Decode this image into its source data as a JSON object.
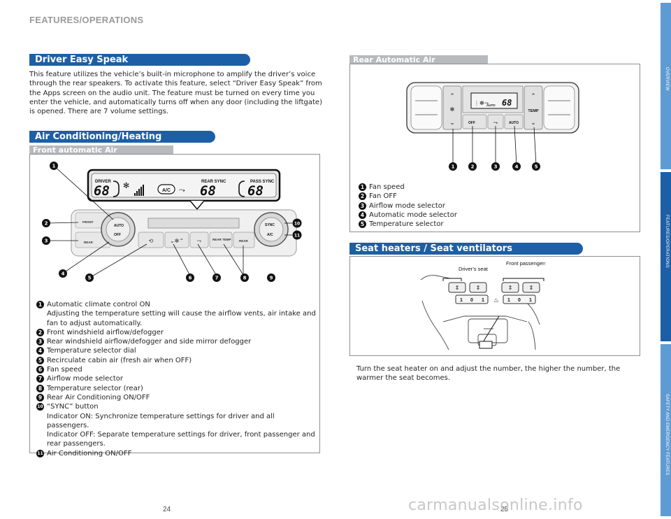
{
  "header": {
    "section_title": "FEATURES/OPERATIONS"
  },
  "driver_easy_speak": {
    "title": "Driver Easy Speak",
    "body": "This feature utilizes the vehicle’s built-in microphone to amplify the driver’s voice through the rear speakers. To activate this feature, select “Driver Easy Speak” from the Apps screen on the audio unit. The feature must be turned on every time you enter the vehicle, and automatically turns off when any door (including the liftgate) is opened. There are 7 volume settings."
  },
  "air_conditioning": {
    "title": "Air Conditioning/Heating",
    "front_subtitle": "Front automatic Air Conditioning",
    "panel": {
      "driver_label": "DRIVER",
      "rear_sync_label": "REAR SYNC",
      "pass_sync_label": "PASS SYNC",
      "temp_left": "68",
      "temp_mid": "68",
      "temp_right": "68",
      "ac_badge": "A/C",
      "front_label": "FRONT",
      "rear_label": "REAR",
      "auto_label": "AUTO",
      "off_label": "OFF",
      "sync_label": "SYNC",
      "ac_label": "A/C",
      "rear_temp_label": "REAR TEMP",
      "rear_btn_label": "REAR"
    },
    "callouts": [
      "1",
      "2",
      "3",
      "4",
      "5",
      "6",
      "7",
      "8",
      "9",
      "10",
      "11"
    ],
    "items": [
      {
        "num": "1",
        "label": "Automatic climate control ON",
        "sub": [
          "Adjusting the temperature setting will cause the airflow vents, air intake and fan to adjust automatically."
        ]
      },
      {
        "num": "2",
        "label": "Front windshield airflow/defogger",
        "sub": []
      },
      {
        "num": "3",
        "label": "Rear windshield airflow/defogger and side mirror defogger",
        "sub": []
      },
      {
        "num": "4",
        "label": "Temperature selector dial",
        "sub": []
      },
      {
        "num": "5",
        "label": "Recirculate cabin air (fresh air when OFF)",
        "sub": []
      },
      {
        "num": "6",
        "label": "Fan speed",
        "sub": []
      },
      {
        "num": "7",
        "label": "Airflow mode selector",
        "sub": []
      },
      {
        "num": "8",
        "label": "Temperature selector (rear)",
        "sub": []
      },
      {
        "num": "9",
        "label": "Rear Air Conditioning ON/OFF",
        "sub": []
      },
      {
        "num": "10",
        "label": "“SYNC” button",
        "sub": [
          "Indicator ON: Synchronize temperature settings for driver and all passengers.",
          "Indicator OFF: Separate temperature settings for driver, front passenger and rear passengers."
        ]
      },
      {
        "num": "11",
        "label": "Air Conditioning ON/OFF",
        "sub": []
      }
    ]
  },
  "rear_ac": {
    "title": "Rear Automatic Air Conditioning",
    "panel": {
      "temp": "68",
      "auto_small": "AUTO",
      "off_label": "OFF",
      "auto_label": "AUTO",
      "temp_label": "TEMP"
    },
    "callouts": [
      "1",
      "2",
      "3",
      "4",
      "5"
    ],
    "items": [
      {
        "num": "1",
        "label": "Fan speed"
      },
      {
        "num": "2",
        "label": "Fan OFF"
      },
      {
        "num": "3",
        "label": "Airflow mode selector"
      },
      {
        "num": "4",
        "label": "Automatic mode selector"
      },
      {
        "num": "5",
        "label": "Temperature selector"
      }
    ]
  },
  "seat": {
    "title": "Seat heaters / Seat ventilators",
    "drivers_seat": "Driver’s seat",
    "front_passengers_seat": "Front passengers seat’",
    "switch_left": [
      "1",
      "0",
      "1"
    ],
    "switch_right": [
      "1",
      "0",
      "1"
    ],
    "body": "Turn the seat heater on and adjust the number, the higher the number, the warmer the seat becomes."
  },
  "pages": {
    "left": "24",
    "right": "25"
  },
  "side_tabs": [
    "OVERVIEW",
    "FEATURES/OPERATIONS",
    "SAFETY AND EMERGENCY FEATURES"
  ],
  "watermark": "carmanualsonline.info"
}
